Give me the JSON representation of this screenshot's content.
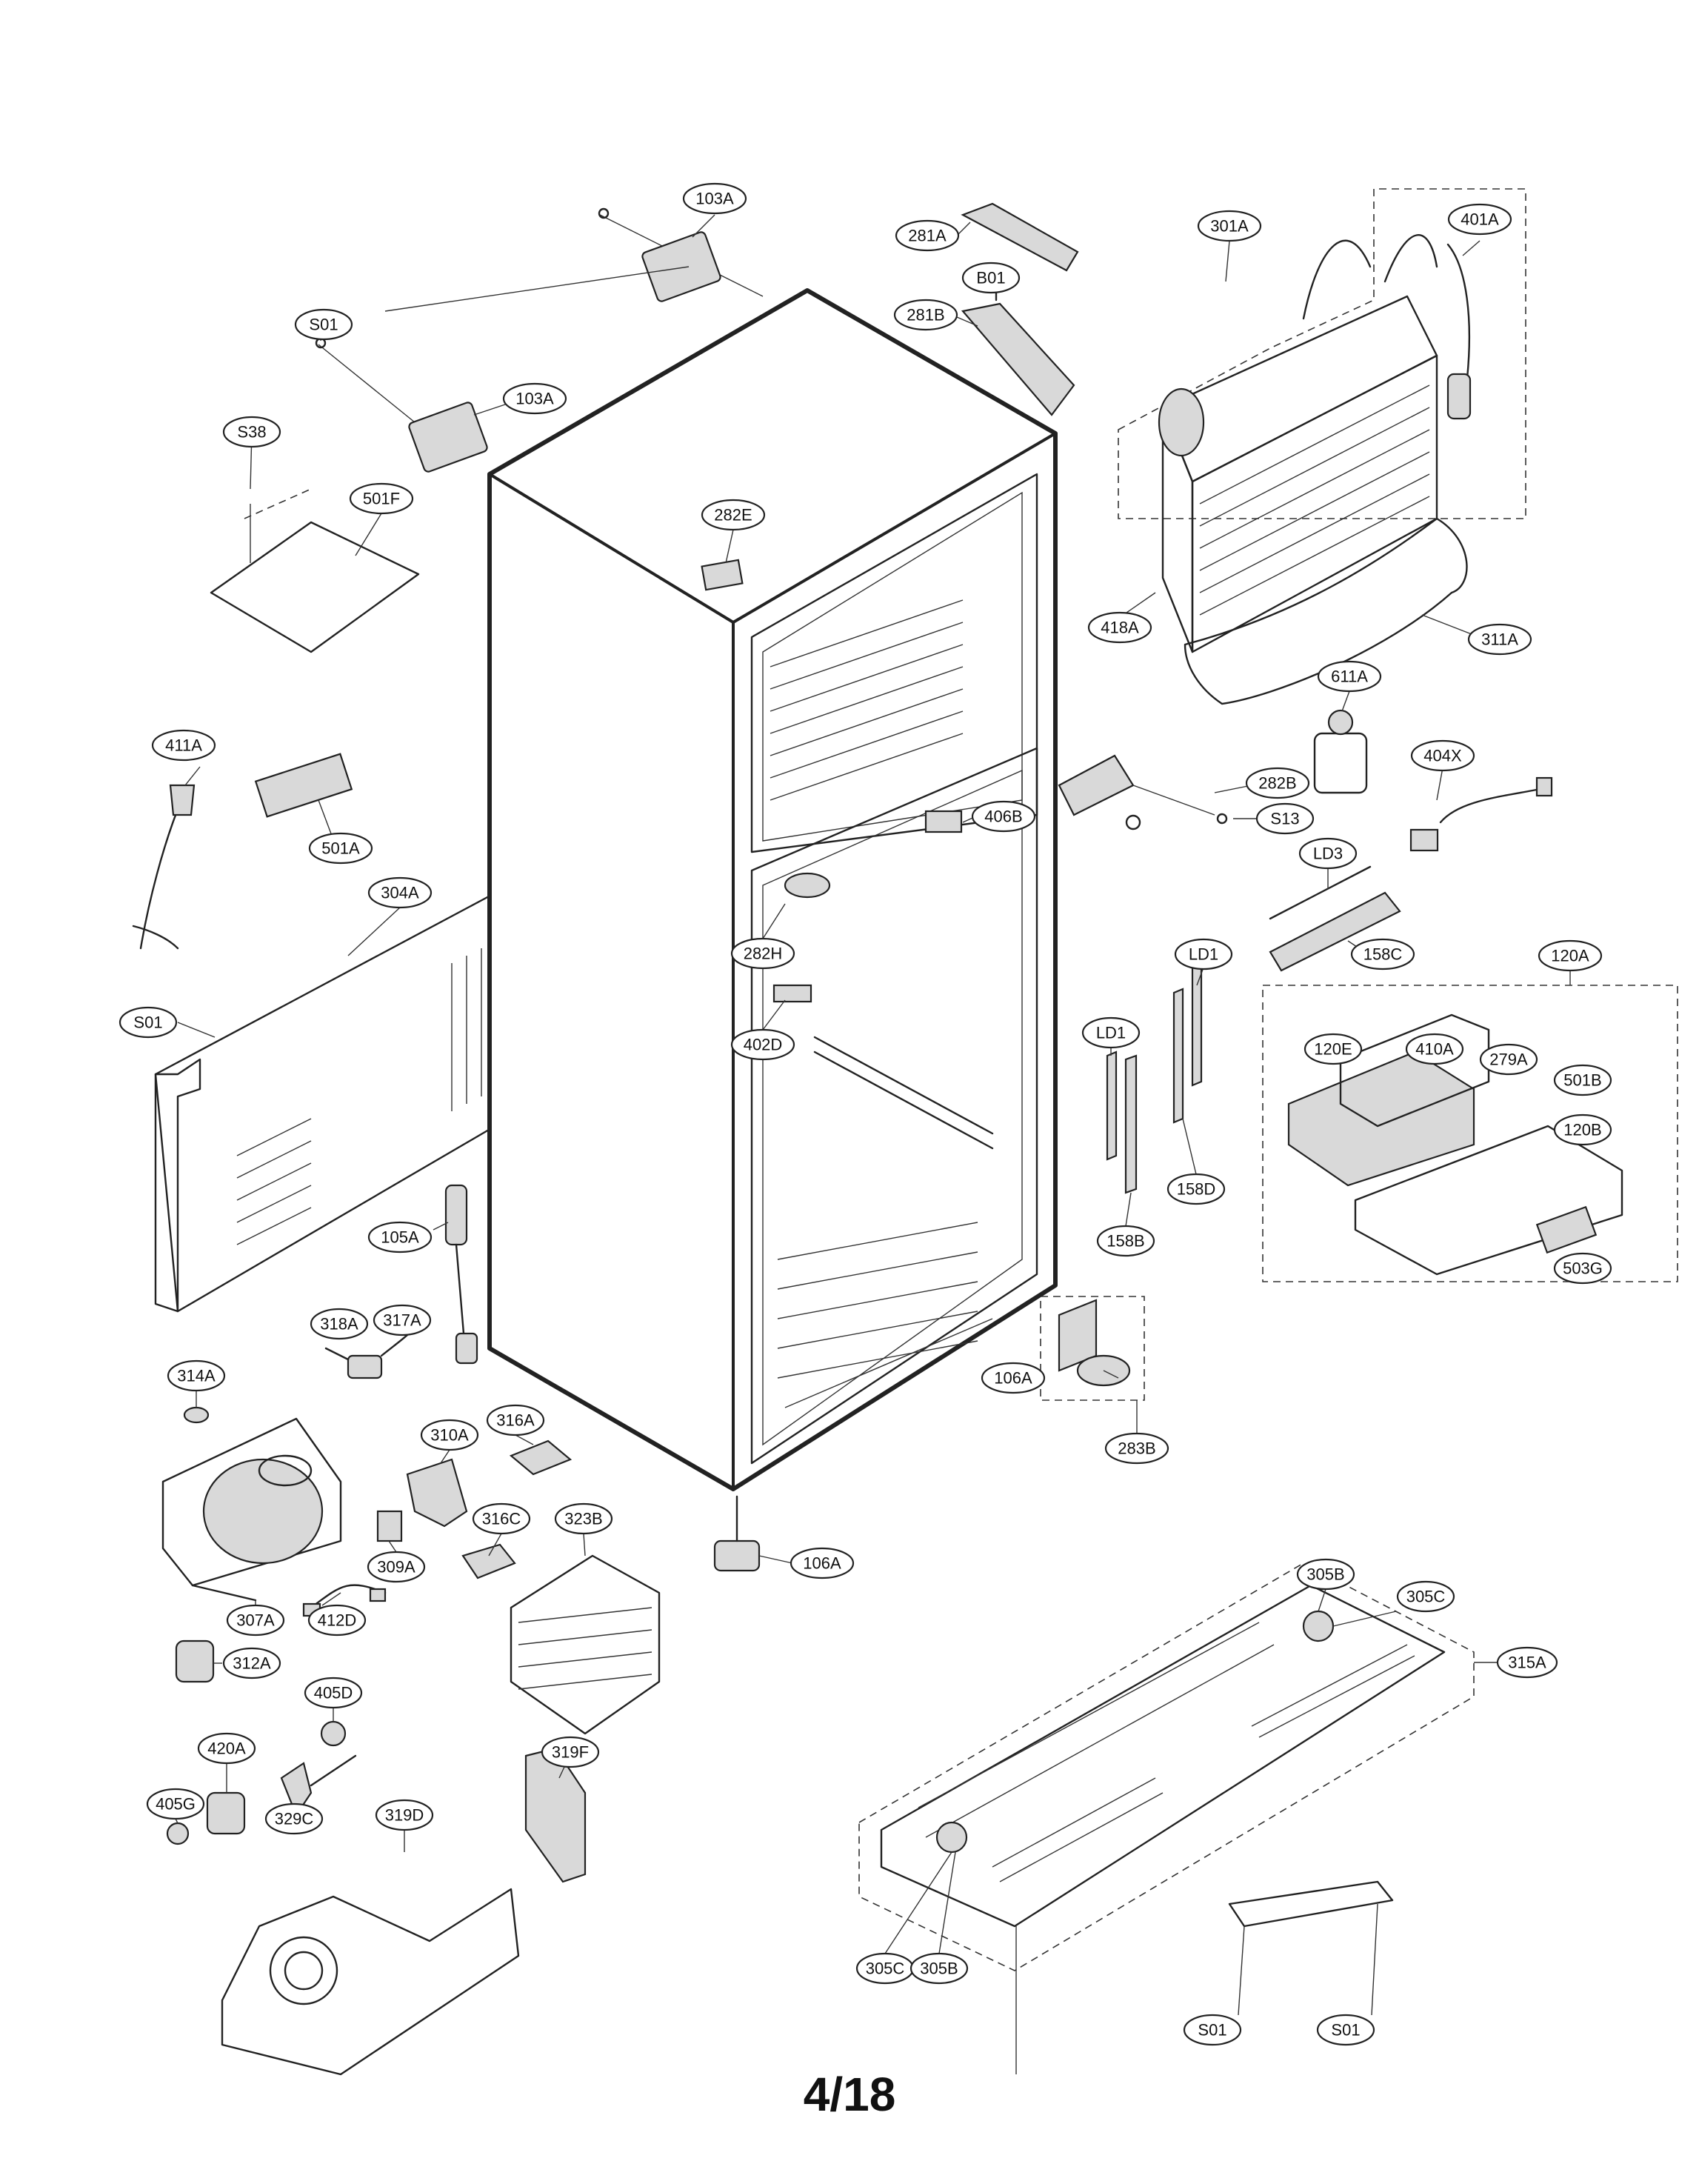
{
  "page_number": "4/18",
  "labels": {
    "l103a_top": "103A",
    "l281a": "281A",
    "l301a": "301A",
    "l401a": "401A",
    "lb01": "B01",
    "l281b": "281B",
    "ls01_a": "S01",
    "l103a_mid": "103A",
    "ls38": "S38",
    "l501f": "501F",
    "l282e": "282E",
    "l418a": "418A",
    "l311a": "311A",
    "l611a": "611A",
    "l411a": "411A",
    "l501a": "501A",
    "l282b": "282B",
    "l404x": "404X",
    "l406b": "406B",
    "ls13": "S13",
    "lld3": "LD3",
    "l304a": "304A",
    "l282h": "282H",
    "l158c": "158C",
    "lld1_a": "LD1",
    "l120a": "120A",
    "ls01_b": "S01",
    "l402d": "402D",
    "lld1_b": "LD1",
    "l120e": "120E",
    "l410a": "410A",
    "l279a": "279A",
    "l501b": "501B",
    "l120b": "120B",
    "l158d": "158D",
    "l105a": "105A",
    "l158b": "158B",
    "l503g": "503G",
    "l318a": "318A",
    "l317a": "317A",
    "l106a_r": "106A",
    "l314a": "314A",
    "l316a": "316A",
    "l310a": "310A",
    "l283b": "283B",
    "l316c": "316C",
    "l323b": "323B",
    "l309a": "309A",
    "l305b_t": "305B",
    "l106a_b": "106A",
    "l305c_t": "305C",
    "l307a": "307A",
    "l412d": "412D",
    "l315a": "315A",
    "l312a": "312A",
    "l405d": "405D",
    "l420a": "420A",
    "l319f": "319F",
    "l405g": "405G",
    "l329c": "329C",
    "l319d": "319D",
    "l305c_b": "305C",
    "l305b_b": "305B",
    "ls01_c": "S01",
    "ls01_d": "S01"
  }
}
